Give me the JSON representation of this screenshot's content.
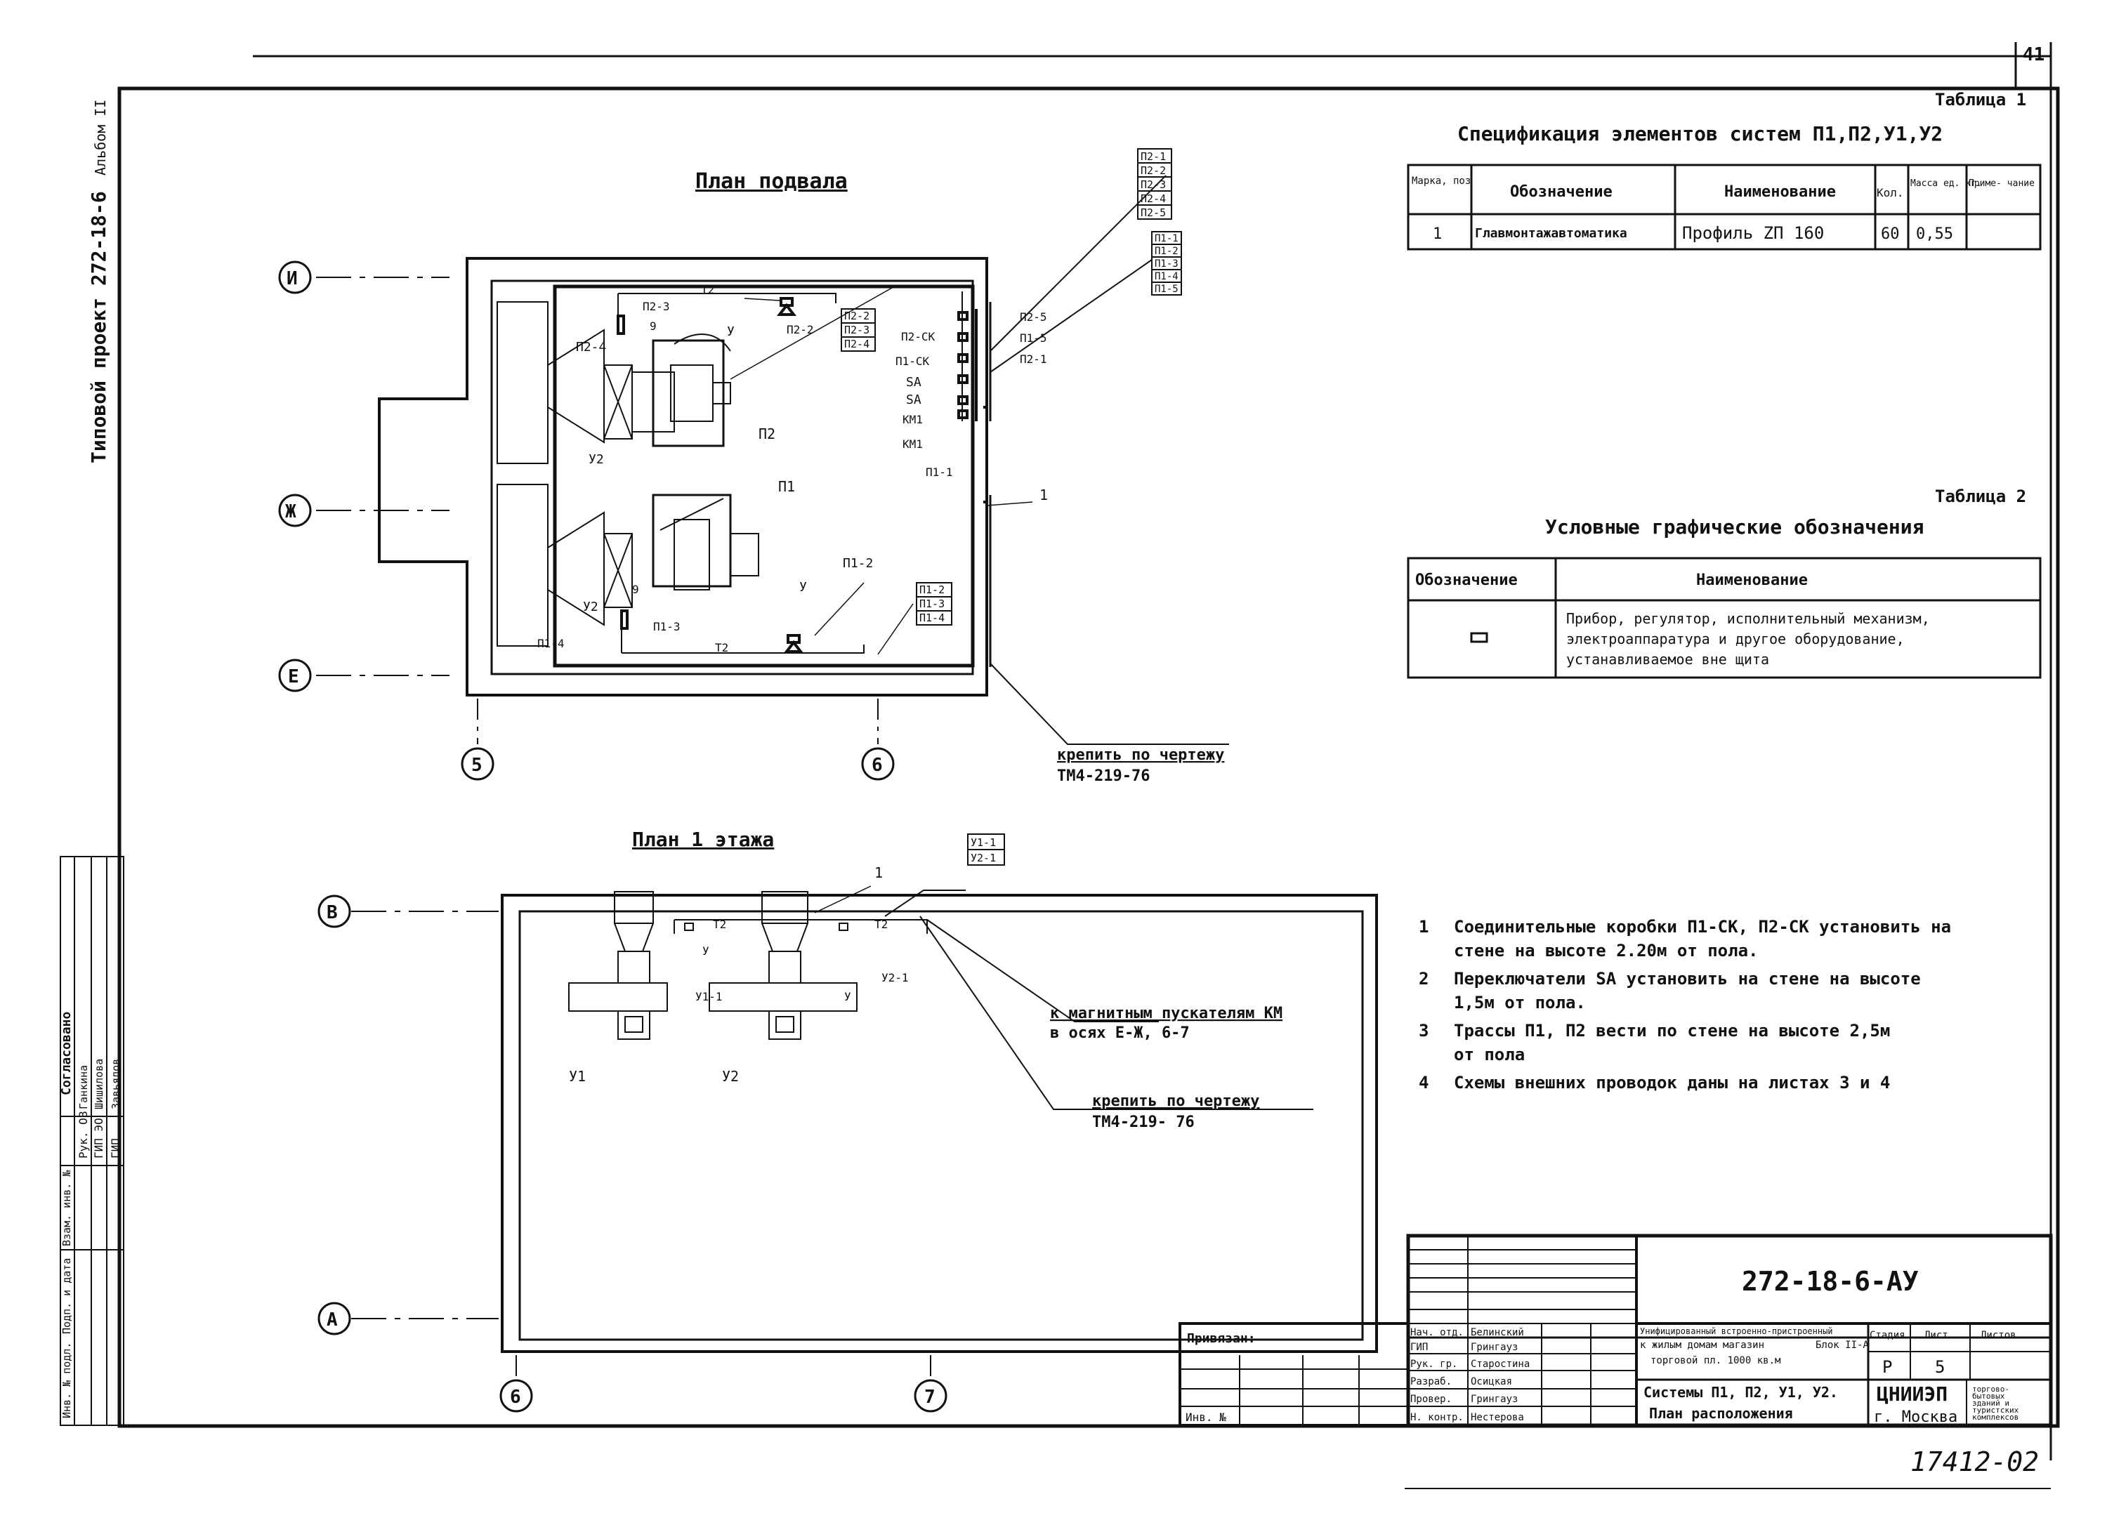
{
  "sheet": {
    "page_no": "41",
    "side_title": "Типовой проект 272-18-6",
    "side_album": "Альбом II",
    "scan_no": "17412-02"
  },
  "plan_basement": {
    "title": "План подвала",
    "axes": {
      "I": "И",
      "Zh": "Ж",
      "E": "Е",
      "c5": "5",
      "c6": "6"
    },
    "labels": {
      "p23_a": "П2-3",
      "p24": "П2-4",
      "u2": "У2",
      "y_a": "У",
      "p22": "П2-2",
      "p2": "П2",
      "p1": "П1",
      "u2_b": "У2",
      "p14": "П1-4",
      "p13": "П1-3",
      "p12": "П1-2",
      "y_b": "У",
      "t2_a": "Т2",
      "t2_b": "Т2",
      "n1": "1",
      "p2ck": "П2-СК",
      "p1ck": "П1-СК",
      "sa1": "SA",
      "sa2": "SA",
      "km1": "КМ1",
      "km2": "КМ1",
      "p11": "П1-1",
      "r_p25": "П2-5",
      "r_p15": "П1-5",
      "r_p21": "П2-1",
      "n9a": "9",
      "n9b": "9"
    },
    "stack_p2_mid": [
      "П2-2",
      "П2-3",
      "П2-4"
    ],
    "stack_p1_bot": [
      "П1-2",
      "П1-3",
      "П1-4"
    ],
    "callout_top": [
      "П2-1",
      "П2-2",
      "П2-3",
      "П2-4",
      "П2-5"
    ],
    "callout_top2": [
      "П1-1",
      "П1-2",
      "П1-3",
      "П1-4",
      "П1-5"
    ],
    "fix_note": "крепить по чертежу",
    "fix_ref": "ТМ4-219-76"
  },
  "plan_floor1": {
    "title": "План 1 этажа",
    "axes": {
      "V": "В",
      "A": "А",
      "c6": "6",
      "c7": "7"
    },
    "labels": {
      "n1": "1",
      "y11": "У1-1",
      "y21": "У2-1",
      "t2a": "Т2",
      "t2b": "Т2",
      "ya": "У",
      "yb": "У",
      "y11b": "У1-1",
      "y21b": "У2-1",
      "u1": "У1",
      "u2": "У2"
    },
    "callout_km_1": "к магнитным пускателям КМ",
    "callout_km_2": "в осях Е-Ж, 6-7",
    "fix_note": "крепить по чертежу",
    "fix_ref": "ТМ4-219- 76"
  },
  "table1": {
    "tag": "Таблица 1",
    "title": "Спецификация элементов систем П1,П2,У1,У2",
    "headers": [
      "Марка, поз",
      "Обозначение",
      "Наименование",
      "Кол.",
      "Масса ед. кг.",
      "Приме- чание"
    ],
    "row": [
      "1",
      "Главмонтажавтоматика",
      "Профиль ZП 160",
      "60",
      "0,55",
      ""
    ]
  },
  "table2": {
    "tag": "Таблица 2",
    "title": "Условные графические обозначения",
    "headers": [
      "Обозначение",
      "Наименование"
    ],
    "row_text": [
      "Прибор, регулятор, исполнительный механизм,",
      "электроаппаратура и другое оборудование,",
      "устанавливаемое вне щита"
    ]
  },
  "notes": [
    {
      "n": "1",
      "l1": "Соединительные коробки П1-СК, П2-СК установить на",
      "l2": "стене на высоте 2.20м от пола."
    },
    {
      "n": "2",
      "l1": "Переключатели SA установить на стене на высоте",
      "l2": "1,5м от пола."
    },
    {
      "n": "3",
      "l1": "Трассы П1, П2 вести по стене на высоте 2,5м",
      "l2": "от пола"
    },
    {
      "n": "4",
      "l1": "Схемы внешних проводок даны на листах 3 и 4",
      "l2": ""
    }
  ],
  "approval": {
    "title": "Согласовано",
    "roles": [
      "Рук. ОВ",
      "ГИП ЭО",
      "ГИП"
    ],
    "names": [
      "Ганкина",
      "Шишилова",
      "Завьялов"
    ]
  },
  "left_stamp": [
    "Инв. № подл.",
    "Подп. и дата",
    "Взам. инв. №"
  ],
  "title_block": {
    "code": "272-18-6-АУ",
    "bind": "Привязан:",
    "inv": "Инв. №",
    "roles": [
      "Нач. отд.",
      "ГИП",
      "Рук. гр.",
      "Разраб.",
      "Провер.",
      "Н. контр."
    ],
    "names": [
      "Белинский",
      "Грингауз",
      "Старостина",
      "Осицкая",
      "Грингауз",
      "Нестерова"
    ],
    "project_desc": [
      "Унифицированный встроенно-пристроенный",
      "к жилым домам магазин",
      "торговой пл. 1000 кв.м"
    ],
    "stage_hdr": "Стадия",
    "sheet_hdr": "Лист",
    "sheets_hdr": "Листов",
    "stage": "Р",
    "sheet": "5",
    "sheets": "",
    "block": "Блок II-А",
    "drawing_title_1": "Системы П1, П2, У1, У2.",
    "drawing_title_2": "План расположения",
    "org": "ЦНИИЭП",
    "org_city": "г. Москва",
    "org_sub": [
      "торгово-",
      "бытовых",
      "зданий и",
      "туристских",
      "комплексов"
    ]
  }
}
